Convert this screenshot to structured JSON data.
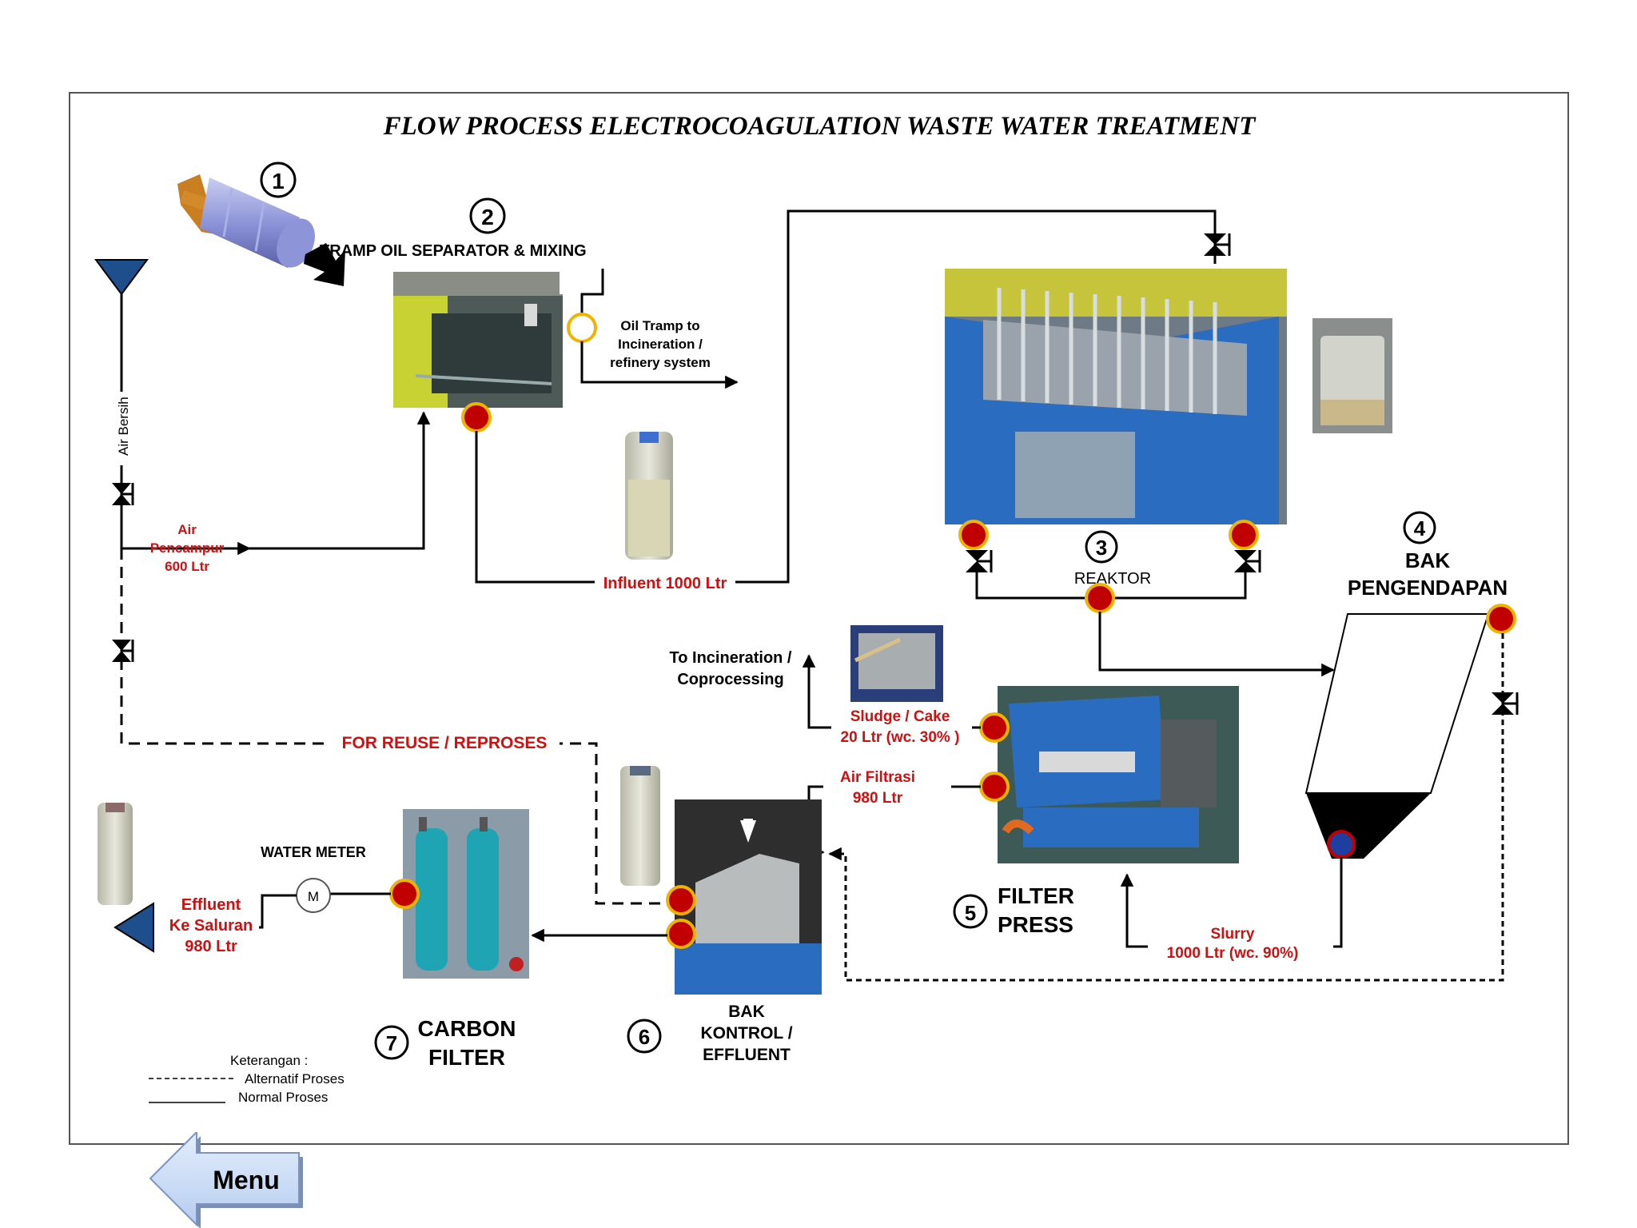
{
  "title": "FLOW PROCESS ELECTROCOAGULATION WASTE WATER TREATMENT",
  "steps": {
    "s1": "1",
    "s2": "2",
    "s3": "3",
    "s4": "4",
    "s5": "5",
    "s6": "6",
    "s7": "7"
  },
  "labels": {
    "tramp_oil": "TRAMP OIL SEPARATOR & MIXING",
    "oil_tramp": [
      "Oil Tramp to",
      "Incineration /",
      "refinery system"
    ],
    "air_bersih": "Air Bersih",
    "air_pencampur": [
      "Air",
      "Pencampur",
      "600 Ltr"
    ],
    "influent": "Influent 1000 Ltr",
    "reaktor": "REAKTOR",
    "bak_pengendapan": [
      "BAK",
      "PENGENDAPAN"
    ],
    "to_incineration": [
      "To Incineration /",
      "Coprocessing"
    ],
    "sludge": [
      "Sludge / Cake",
      "20 Ltr (wc. 30% )"
    ],
    "air_filtrasi": [
      "Air Filtrasi",
      "980 Ltr"
    ],
    "reuse": "FOR  REUSE / REPROSES",
    "water_meter": "WATER METER",
    "meter_symbol": "M",
    "effluent": [
      "Effluent",
      "Ke Saluran",
      "980 Ltr"
    ],
    "filter_press": [
      "FILTER",
      "PRESS"
    ],
    "slurry": [
      "Slurry",
      "1000 Ltr (wc. 90%)"
    ],
    "carbon_filter": [
      "CARBON",
      "FILTER"
    ],
    "bak_kontrol": [
      "BAK",
      "KONTROL /",
      "EFFLUENT"
    ]
  },
  "legend": {
    "title": "Keterangan :",
    "dashed": "Alternatif Proses",
    "solid": "Normal Proses"
  },
  "menu": {
    "label": "Menu"
  },
  "colors": {
    "red_label": "#cc1111",
    "sample_dot": "#c00000",
    "dot_ring": "#f0b400",
    "blue_equipment": "#2a6cc0",
    "triangle_fill": "#1f4e8c"
  }
}
